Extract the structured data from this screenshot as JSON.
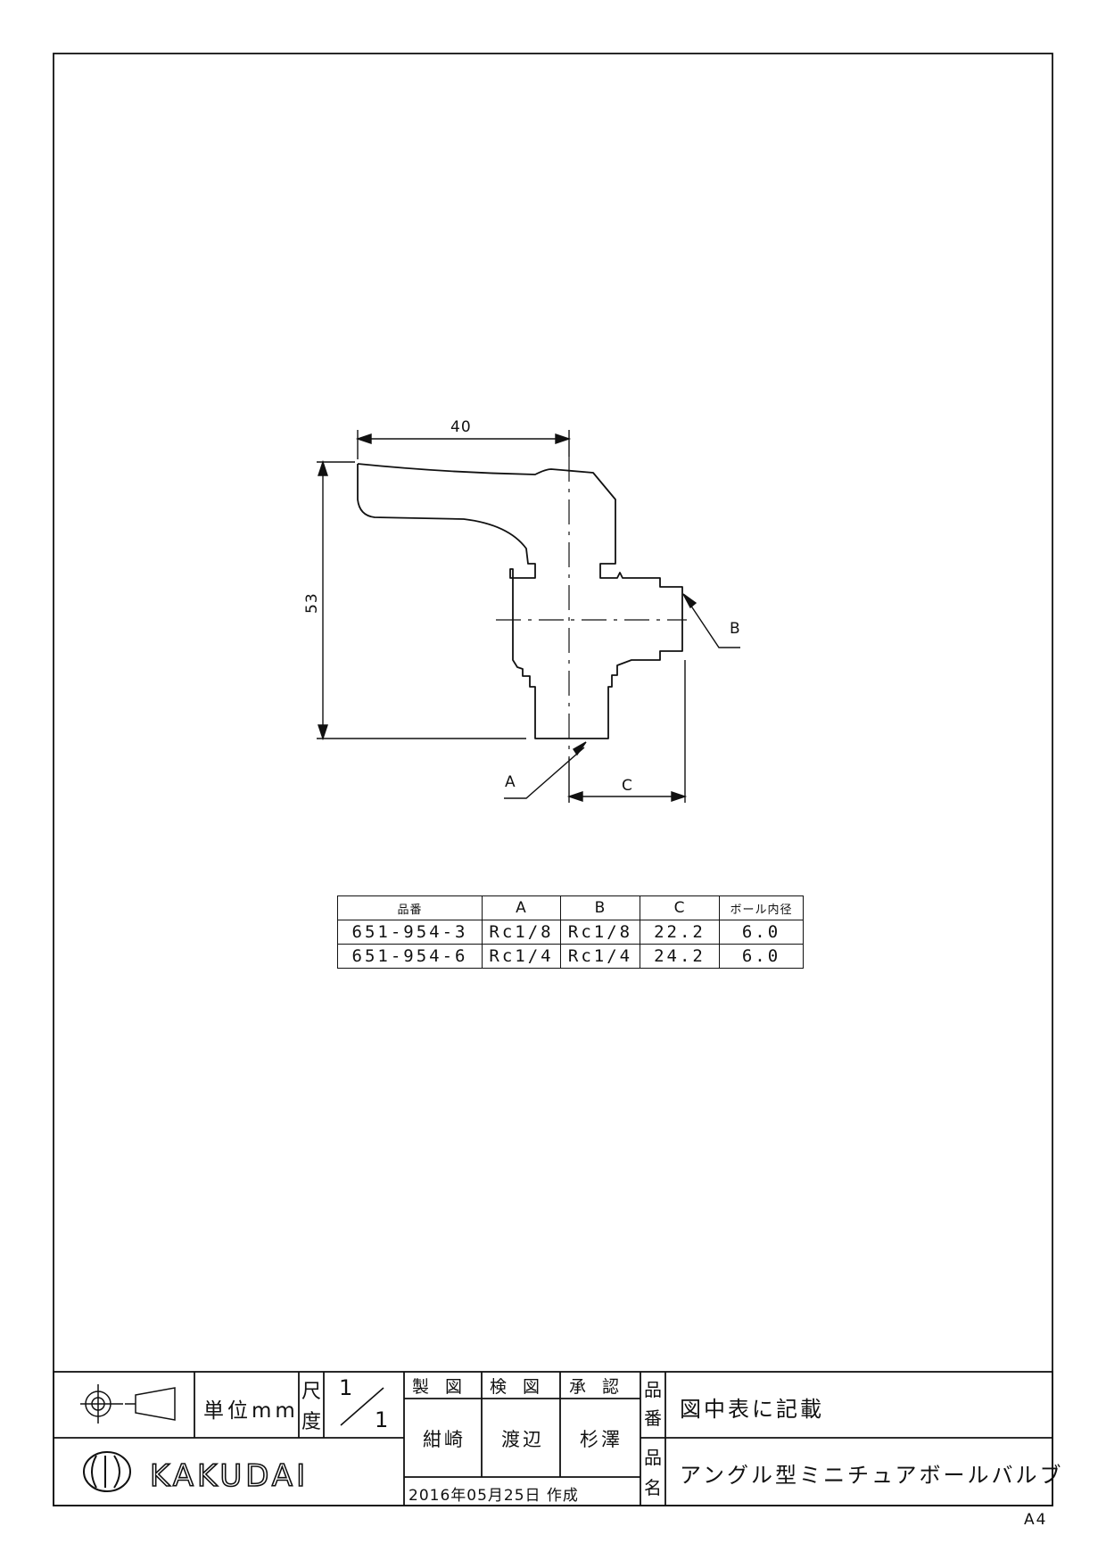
{
  "drawing": {
    "dimensions": {
      "width": "40",
      "height": "53",
      "port_a": "A",
      "port_b": "B",
      "port_c": "C"
    }
  },
  "spec_table": {
    "headers": [
      "品番",
      "A",
      "B",
      "C",
      "ボール内径"
    ],
    "rows": [
      [
        "651-954-3",
        "Rc1/8",
        "Rc1/8",
        "22.2",
        "6.0"
      ],
      [
        "651-954-6",
        "Rc1/4",
        "Rc1/4",
        "24.2",
        "6.0"
      ]
    ]
  },
  "title_block": {
    "unit_label": "単位mm",
    "scale_label_1": "尺",
    "scale_label_2": "度",
    "scale_num": "1",
    "scale_den": "1",
    "drawn_label": "製 図",
    "checked_label": "検 図",
    "approved_label": "承 認",
    "drawn_name": "紺崎",
    "checked_name": "渡辺",
    "approved_name": "杉澤",
    "created_label": "2016年05月25日 作成",
    "part_no_label_1": "品",
    "part_no_label_2": "番",
    "part_no_value": "図中表に記載",
    "part_name_label_1": "品",
    "part_name_label_2": "名",
    "part_name_value": "アングル型ミニチュアボールバルブ",
    "logo_text": "KAKUDAI",
    "paper_size": "A4"
  }
}
